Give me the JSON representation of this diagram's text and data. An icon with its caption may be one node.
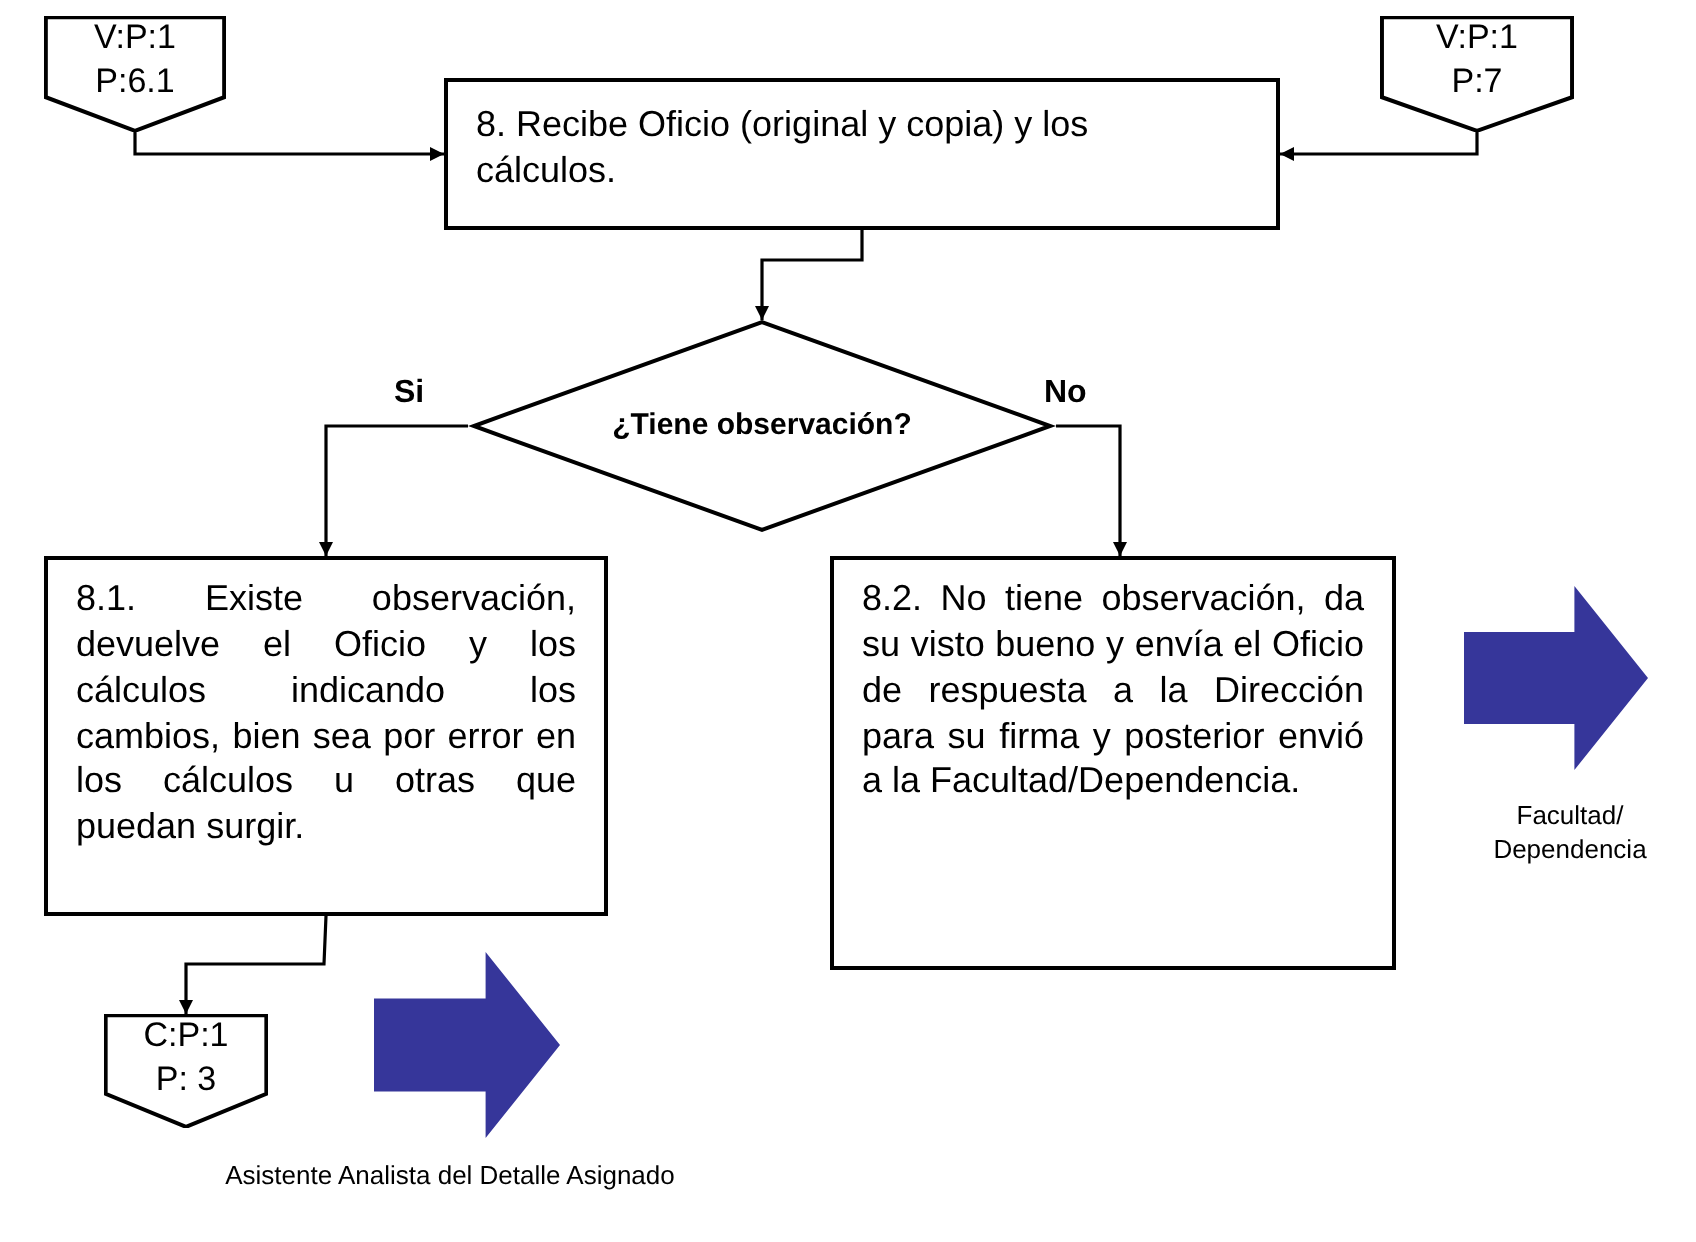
{
  "diagram": {
    "nodes": [
      {
        "text": [
          "V:P:1 P:6.1"
        ]
      },
      {
        "text": [
          "V:P:1 P:7"
        ]
      },
      {
        "text": [
          "8. Recibe Oficio (original y copia) y los cálculos."
        ]
      },
      {
        "text": [
          "¿Tiene observación?"
        ]
      },
      {
        "text": [
          "8.1. Existe observación, devuelve el Oficio y los cálculos indicando los cambios, bien sea por error en los cálculos u otras que puedan surgir."
        ]
      },
      {
        "text": [
          "8.2. No tiene observación, da su visto bueno y envía el Oficio de respuesta a la Dirección para su firma y posterior envió a la Facultad/Dependencia."
        ]
      },
      {
        "text": [
          "C:P:1 P: 3"
        ]
      },
      {
        "text": [],
        "shape": "arrow",
        "beside": [
          "Asistente Analista del Detalle Asignado"
        ]
      },
      {
        "text": [],
        "shape": "arrow",
        "beside": [
          "Facultad/ Dependencia"
        ]
      }
    ],
    "edges": [
      {
        "from": 0,
        "to": 2,
        "arrow": "to"
      },
      {
        "from": 1,
        "to": 2,
        "arrow": "to"
      },
      {
        "from": 2,
        "to": 3,
        "arrow": "to"
      },
      {
        "from": 3,
        "to": 4,
        "arrow": "to",
        "label": "Si"
      },
      {
        "from": 3,
        "to": 5,
        "arrow": "to",
        "label": "No"
      },
      {
        "from": 4,
        "to": 6,
        "arrow": "to"
      }
    ]
  }
}
